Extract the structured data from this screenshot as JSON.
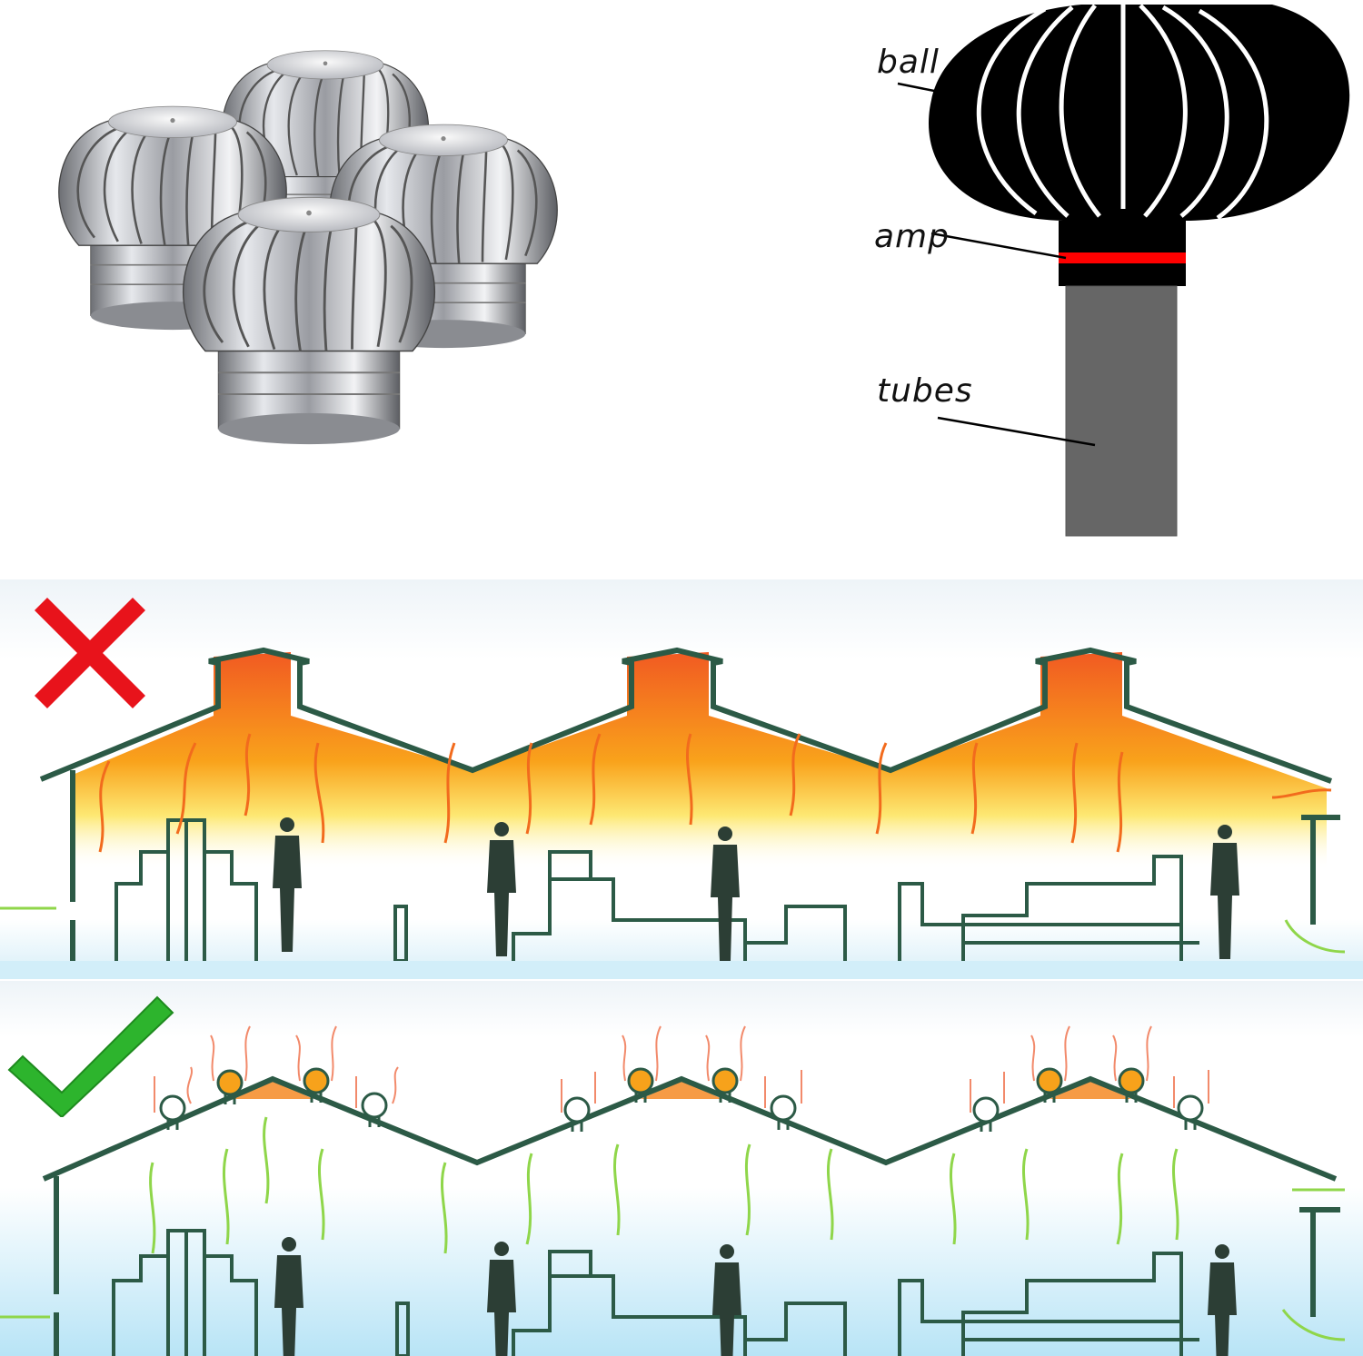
{
  "product_photo": {
    "subject": "four stainless steel turbine roof ventilators",
    "count": 4
  },
  "part_diagram": {
    "labels": [
      {
        "text": "ball"
      },
      {
        "text": "amp"
      },
      {
        "text": "tubes"
      }
    ],
    "colors": {
      "ball": "#000000",
      "amp_band": "#ff0000",
      "tube": "#666666"
    }
  },
  "comparison": {
    "bad": {
      "icon": "red-x-icon",
      "color": "#e8131b",
      "description": "Without ventilators: hot air trapped under roof"
    },
    "good": {
      "icon": "green-check-icon",
      "color": "#2db42d",
      "description": "With turbine ventilators: hot air exhausted through roof"
    }
  },
  "colors": {
    "structure": "#2c5a46",
    "heat": "#f26b1d",
    "cool_arrow": "#8fd64a",
    "floor": "#bfe6f5"
  }
}
